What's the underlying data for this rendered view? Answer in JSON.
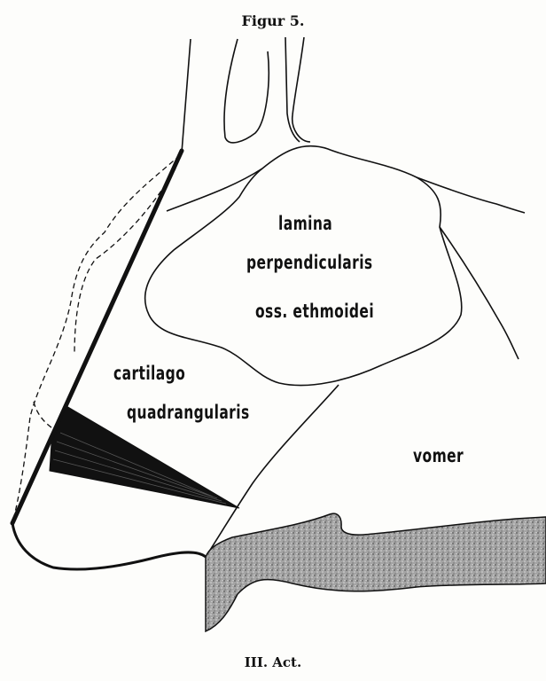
{
  "title": "Figur 5.",
  "footer": "III. Act.",
  "labels": {
    "lamina_line1": "lamina",
    "lamina_line2": "perpendicularis",
    "lamina_line3": "oss. ethmoidei",
    "cartilago_line1": "cartilago",
    "cartilago_line2": "quadrangularis",
    "vomer": "vomer"
  },
  "colors": {
    "ink": "#111111",
    "bone_fill": "#9a9a9a",
    "paper": "#fdfdfb"
  }
}
